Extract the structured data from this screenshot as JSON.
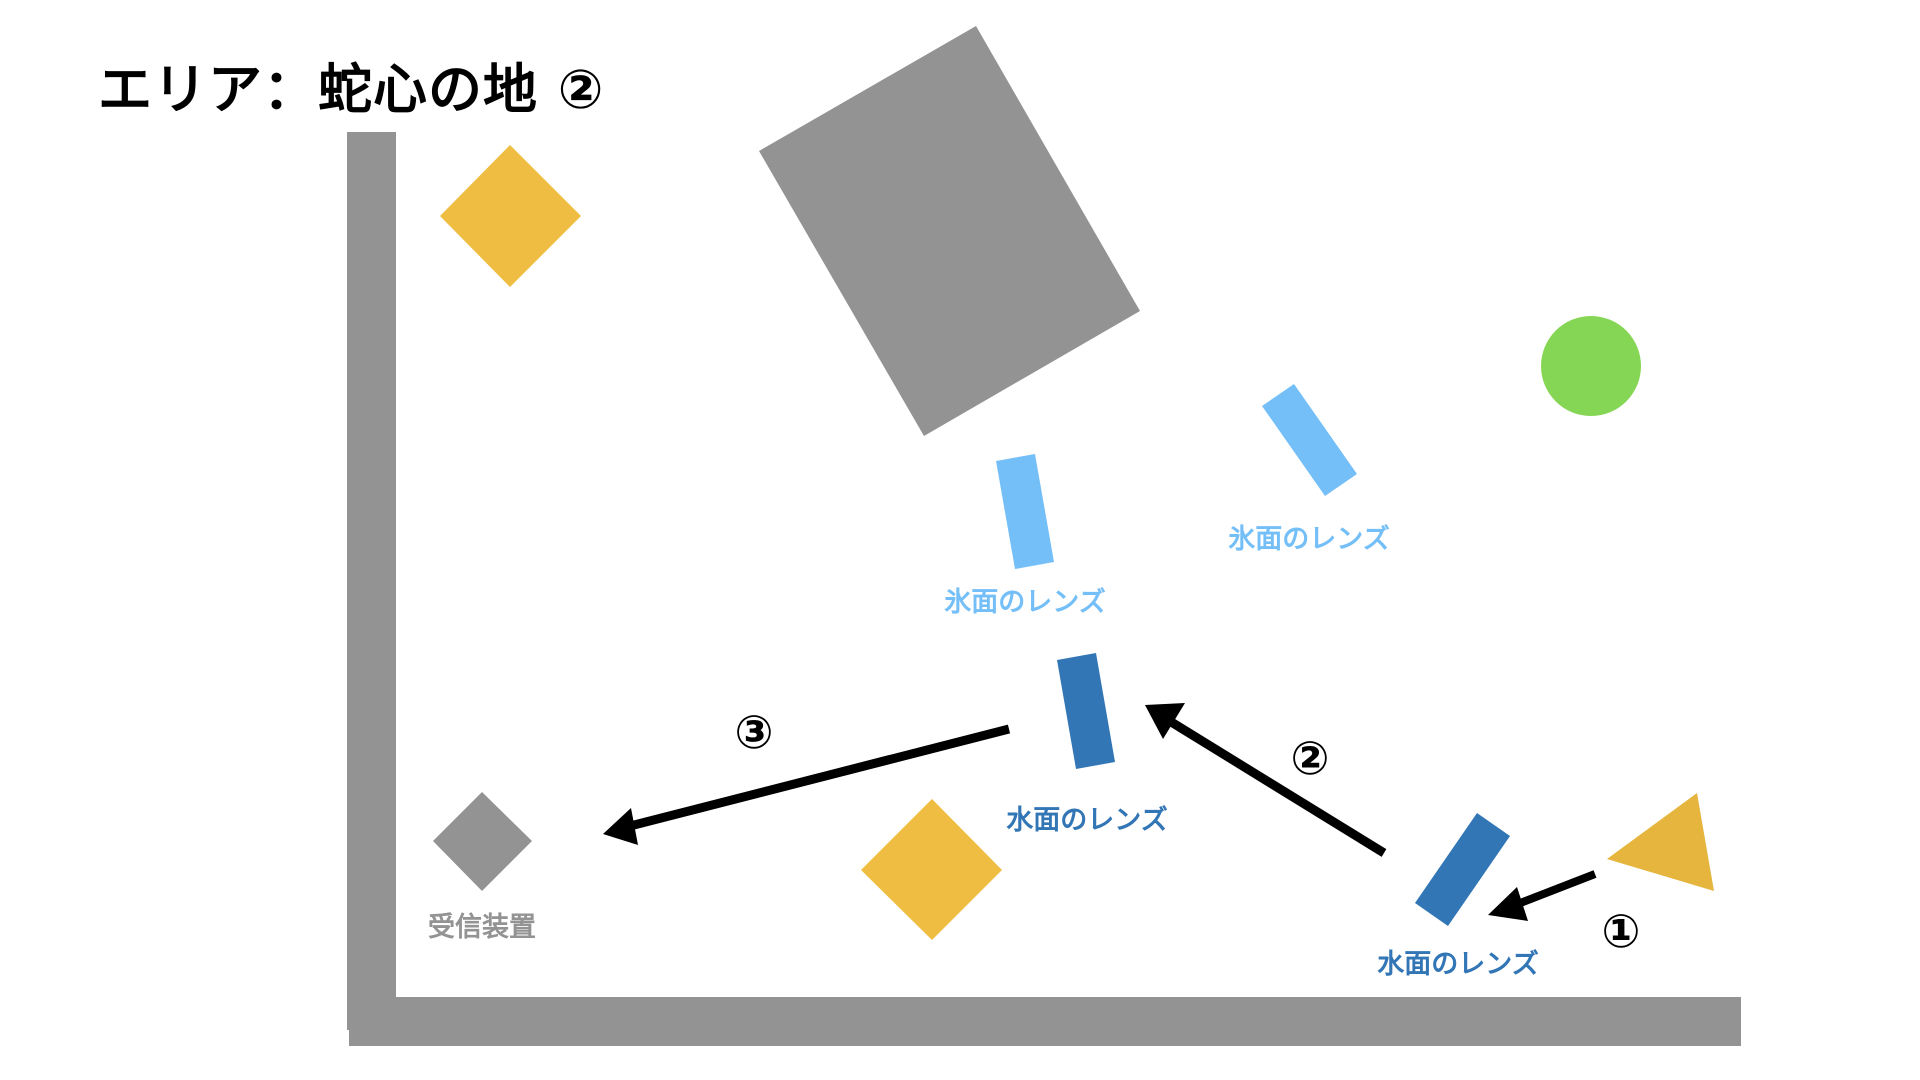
{
  "title": "エリア：蛇心の地 ②",
  "colors": {
    "wall": "#939393",
    "block": "#939393",
    "receiver": "#939393",
    "gem_yellow": "#EFBD41",
    "light_source": "#E5B53E",
    "goal_green": "#86D656",
    "ice_lens": "#75BFF8",
    "water_lens": "#3276B5",
    "arrow": "#000000"
  },
  "objects": {
    "ice_lens_left": {
      "label": "氷面のレンズ"
    },
    "ice_lens_right": {
      "label": "氷面のレンズ"
    },
    "water_lens_middle": {
      "label": "水面のレンズ"
    },
    "water_lens_right": {
      "label": "水面のレンズ"
    },
    "receiver": {
      "label": "受信装置"
    }
  },
  "steps": [
    {
      "label": "①"
    },
    {
      "label": "②"
    },
    {
      "label": "③"
    }
  ]
}
